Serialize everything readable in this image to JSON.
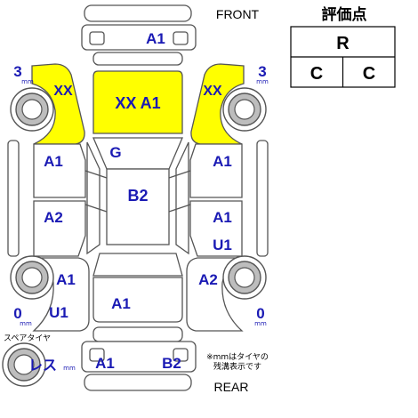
{
  "header": {
    "front": "FRONT",
    "rear": "REAR",
    "score_title": "評価点"
  },
  "score": {
    "overall": "R",
    "interior": "C",
    "exterior": "C"
  },
  "labels": {
    "front_bumper": "A1",
    "hood": "XX A1",
    "left_fender": "XX",
    "right_fender": "XX",
    "windshield": "G",
    "roof": "B2",
    "left_front_door": "A1",
    "left_rear_door": "A2",
    "right_front_door": "A1",
    "right_rear_door_1": "A1",
    "right_rear_door_2": "U1",
    "left_rear_fender_1": "A1",
    "left_rear_fender_2": "U1",
    "right_rear_fender": "A2",
    "trunk": "A1",
    "rear_bumper_left": "A1",
    "rear_bumper_right": "B2"
  },
  "tires": {
    "front_left_depth": "3",
    "front_right_depth": "3",
    "rear_left_depth": "0",
    "rear_right_depth": "0",
    "unit": "mm",
    "spare_label": "スペアタイヤ",
    "spare_value": "レス",
    "spare_unit": "mm"
  },
  "note": {
    "line1": "※mmはタイヤの",
    "line2": "残溝表示です"
  },
  "colors": {
    "label": "#1a1ab4",
    "highlight": "#ffff00",
    "outline": "#555555"
  }
}
